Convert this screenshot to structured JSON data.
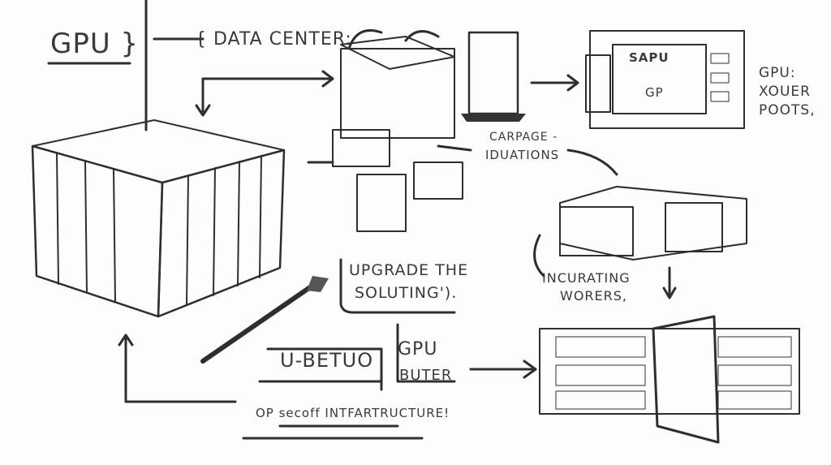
{
  "labels": {
    "gpu_title": "GPU }",
    "data_center": "{ DATA CENTER:",
    "carpage": "CARPAGE -",
    "iduations": "IDUATIONS",
    "screen_top": "SAPU",
    "screen_bottom": "GP",
    "gpu_note_1": "GPU:",
    "gpu_note_2": "XOUER",
    "gpu_note_3": "POOTS,",
    "upgrade_1": "UPGRADE THE",
    "upgrade_2": "SOLUTING').",
    "incurating": "INCURATING",
    "worers": "WORERS,",
    "ubetuo": "U-BETUO",
    "gpu_buter_1": "GPU",
    "gpu_buter_2": "BUTER",
    "infra": "OP secoff INTFARTRUCTURE!"
  },
  "colors": {
    "ink": "#2e2e2e",
    "paper": "#fdfdfd"
  }
}
